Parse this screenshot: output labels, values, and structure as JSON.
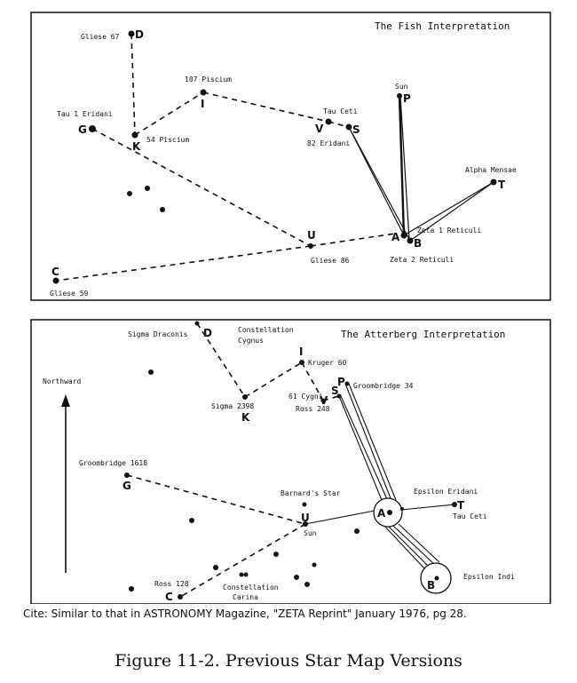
{
  "fish": {
    "title": "The Fish Interpretation",
    "labels": {
      "gliese67": "Gliese 67",
      "p107": "107 Piscium",
      "tau1": "Tau 1 Eridani",
      "p54": "54 Piscium",
      "tauceti": "Tau Ceti",
      "e82": "82 Eridani",
      "sun": "Sun",
      "alphamensae": "Alpha Mensae",
      "zeta1": "Zeta 1 Reticuli",
      "zeta2": "Zeta 2 Reticuli",
      "gliese86": "Gliese 86",
      "gliese59": "Gliese 59"
    },
    "letters": {
      "D": "D",
      "I": "I",
      "G": "G",
      "K": "K",
      "V": "V",
      "S": "S",
      "P": "P",
      "T": "T",
      "A": "A",
      "B": "B",
      "U": "U",
      "C": "C"
    }
  },
  "atterberg": {
    "title": "The Atterberg Interpretation",
    "labels": {
      "sigmadraconis": "Sigma Draconis",
      "constcygnus1": "Constellation",
      "constcygnus2": "Cygnus",
      "kruger60": "Kruger 60",
      "northward": "Northward",
      "cygni61": "61 Cygni",
      "groombridge34": "Groombridge 34",
      "ross248": "Ross 248",
      "sigma2398": "Sigma 2398",
      "groombridge1618": "Groombridge 1618",
      "barnards": "Barnard's Star",
      "epsiloneridani": "Epsilon Eridani",
      "tauceti": "Tau Ceti",
      "sun": "Sun",
      "ross128": "Ross 128",
      "constcarina1": "Constellation",
      "constcarina2": "Carina",
      "epsilonindi": "Epsilon Indi"
    },
    "letters": {
      "D": "D",
      "I": "I",
      "S": "S",
      "P": "P",
      "V": "V",
      "K": "K",
      "G": "G",
      "U": "U",
      "A": "A",
      "T": "T",
      "C": "C",
      "B": "B"
    }
  },
  "cite": "Cite: Similar to that in ASTRONOMY Magazine, \"ZETA Reprint\" January 1976, pg 28.",
  "figure_caption": "Figure 11-2. Previous Star Map Versions"
}
